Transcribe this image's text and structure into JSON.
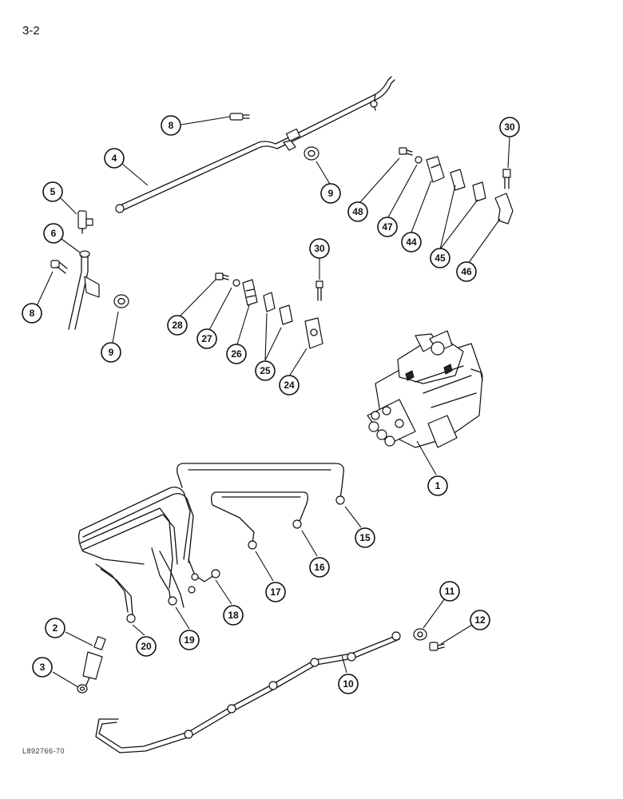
{
  "page": {
    "number": "3-2",
    "reference": "L892766-70"
  },
  "callouts": [
    {
      "key": "c1",
      "label": "1"
    },
    {
      "key": "c2",
      "label": "2"
    },
    {
      "key": "c3",
      "label": "3"
    },
    {
      "key": "c4",
      "label": "4"
    },
    {
      "key": "c5",
      "label": "5"
    },
    {
      "key": "c6",
      "label": "6"
    },
    {
      "key": "c8a",
      "label": "8"
    },
    {
      "key": "c8b",
      "label": "8"
    },
    {
      "key": "c9a",
      "label": "9"
    },
    {
      "key": "c9b",
      "label": "9"
    },
    {
      "key": "c10",
      "label": "10"
    },
    {
      "key": "c11",
      "label": "11"
    },
    {
      "key": "c12",
      "label": "12"
    },
    {
      "key": "c15",
      "label": "15"
    },
    {
      "key": "c16",
      "label": "16"
    },
    {
      "key": "c17",
      "label": "17"
    },
    {
      "key": "c18",
      "label": "18"
    },
    {
      "key": "c19",
      "label": "19"
    },
    {
      "key": "c20",
      "label": "20"
    },
    {
      "key": "c24",
      "label": "24"
    },
    {
      "key": "c25",
      "label": "25"
    },
    {
      "key": "c26",
      "label": "26"
    },
    {
      "key": "c27",
      "label": "27"
    },
    {
      "key": "c28",
      "label": "28"
    },
    {
      "key": "c30a",
      "label": "30"
    },
    {
      "key": "c30b",
      "label": "30"
    },
    {
      "key": "c44",
      "label": "44"
    },
    {
      "key": "c45",
      "label": "45"
    },
    {
      "key": "c46",
      "label": "46"
    },
    {
      "key": "c47",
      "label": "47"
    },
    {
      "key": "c48",
      "label": "48"
    }
  ]
}
